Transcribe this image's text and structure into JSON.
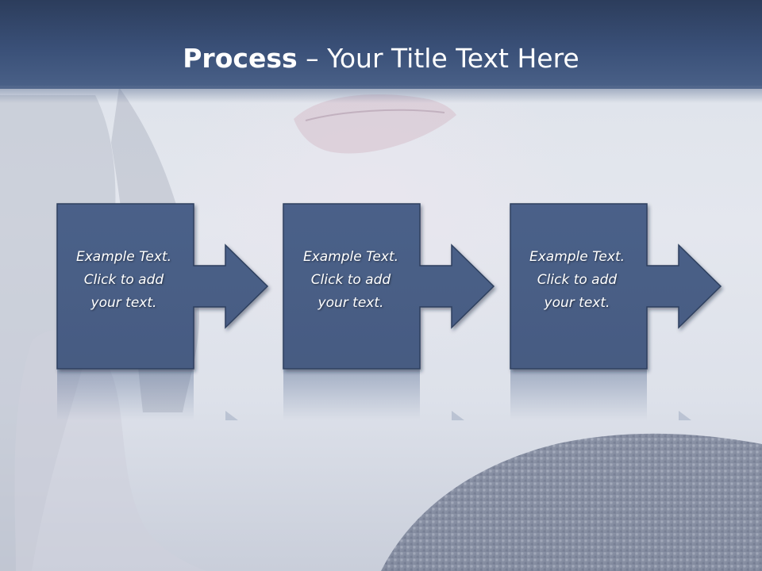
{
  "title": {
    "bold": "Process",
    "rest": " – Your Title Text Here"
  },
  "steps": [
    {
      "text": "Example Text.\nClick  to add\nyour text."
    },
    {
      "text": "Example Text.\nClick  to add\nyour text."
    },
    {
      "text": "Example Text.\nClick  to add\nyour text."
    }
  ],
  "colors": {
    "box_fill": "#4a6088",
    "box_stroke": "#2c3c5a",
    "title_bar": "#3a5078"
  }
}
